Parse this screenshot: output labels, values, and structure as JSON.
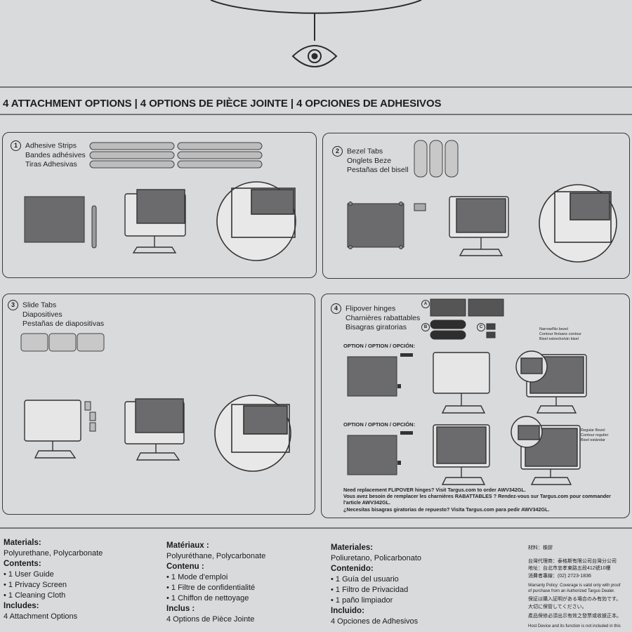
{
  "header": {
    "headline": "4 ATTACHMENT OPTIONS | 4 OPTIONS DE PIÈCE JOINTE | 4 OPCIONES DE ADHESIVOS"
  },
  "options": [
    {
      "number": "1",
      "lines": [
        "Adhesive Strips",
        "Bandes adhésives",
        "Tiras Adhesivas"
      ]
    },
    {
      "number": "2",
      "lines": [
        "Bezel Tabs",
        "Onglets Beze",
        "Pestañas del bisell"
      ]
    },
    {
      "number": "3",
      "lines": [
        "Slide Tabs",
        "Diapositives",
        "Pestañas de diapositivas"
      ]
    },
    {
      "number": "4",
      "lines": [
        "Flipover hinges",
        "Charnières rabattables",
        "Bisagras giratorias"
      ]
    }
  ],
  "flipover": {
    "label_a": "A",
    "label_b": "B",
    "label_c": "C",
    "option_heading_1": "OPTION / OPTION / OPCIÓN:",
    "option_heading_2": "OPTION / OPTION / OPCIÓN:",
    "narrow_lines": [
      "Narrow/No bezel",
      "Contour fin/sans contour",
      "Bisel estrecho/sin bisel"
    ],
    "regular_lines": [
      "Regular Bezel",
      "Contour regulier",
      "Bisel estándar"
    ],
    "note_lines": [
      "Need replacement FLIPOVER hinges? Visit Targus.com to order AWV342GL.",
      "Vous avez besoin de remplacer les charnières RABATTABLES ? Rendez-vous sur Targus.com pour commander",
      "l'article AWV342GL.",
      "¿Necesitas bisagras giratorias de repuesto? Visita Targus.com para pedir AWV342GL."
    ]
  },
  "footer": {
    "english": {
      "materials_label": "Materials:",
      "materials": "Polyurethane, Polycarbonate",
      "contents_label": "Contents:",
      "contents": [
        "• 1 User Guide",
        "• 1 Privacy Screen",
        "• 1 Cleaning Cloth"
      ],
      "includes_label": "Includes:",
      "includes": "4 Attachment Options"
    },
    "french": {
      "materials_label": "Matériaux :",
      "materials": "Polyuréthane, Polycarbonate",
      "contents_label": "Contenu :",
      "contents": [
        "• 1 Mode d'emploi",
        "• 1 Filtre de confidentialité",
        "• 1 Chiffon de nettoyage"
      ],
      "includes_label": "Inclus :",
      "includes": "4 Options de Pièce Jointe"
    },
    "spanish": {
      "materials_label": "Materiales:",
      "materials": "Poliuretano, Policarbonato",
      "contents_label": "Contenido:",
      "contents": [
        "• 1 Guía del usuario",
        "• 1 Filtro de Privacidad",
        "• 1 paño limpiador"
      ],
      "includes_label": "Incluido:",
      "includes": "4 Opciones de Adhesivos"
    },
    "asia": {
      "lines": [
        "材料：橡膠",
        "",
        "台灣代理商：泰格斯有限公司台灣分公司",
        "地址：台北市忠孝東路五段412號10樓",
        "消費者專線：(02) 2723-1836"
      ],
      "warranty": [
        "Warranty Policy: Coverage is valid only with proof",
        "of purchase from an Authorized Targus Dealer."
      ],
      "jp_lines": [
        "保証は購入証明がある場合のみ有効です。",
        "大切に保管してください。"
      ],
      "cn_lines": [
        "產品保修必須出示有效之發票或收據正本。"
      ],
      "last_line": "Host Device and its function is not included in this"
    }
  },
  "colors": {
    "background": "#d9dadc",
    "ink": "#2a2a2a",
    "screen": "#6b6b6d"
  }
}
